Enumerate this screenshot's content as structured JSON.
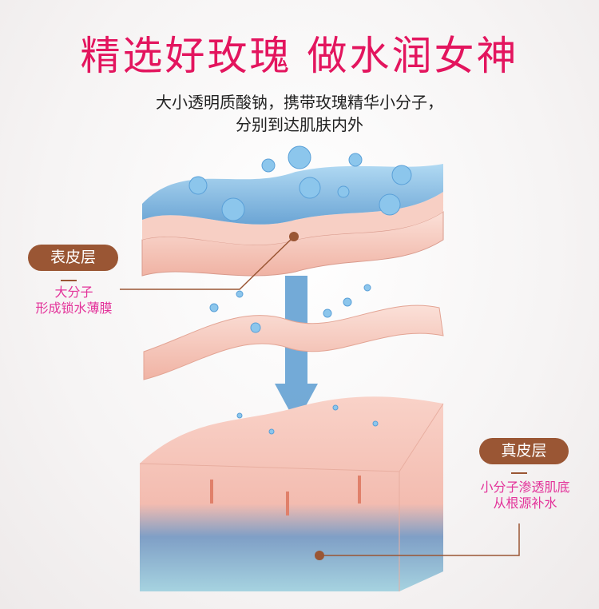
{
  "title": "精选好玫瑰 做水润女神",
  "subtitle": [
    "大小透明质酸钠，携带玫瑰精华小分子，",
    "分别到达肌肤内外"
  ],
  "epidermis": {
    "label": "表皮层",
    "desc": [
      "大分子",
      "形成锁水薄膜"
    ]
  },
  "dermis": {
    "label": "真皮层",
    "desc": [
      "小分子渗透肌底",
      "从根源补水"
    ]
  },
  "colors": {
    "title": "#e3155e",
    "pill": "#9a5634",
    "desc": "#e3339a",
    "water": "#5aa9dc",
    "skin": "#f2b6a6"
  }
}
